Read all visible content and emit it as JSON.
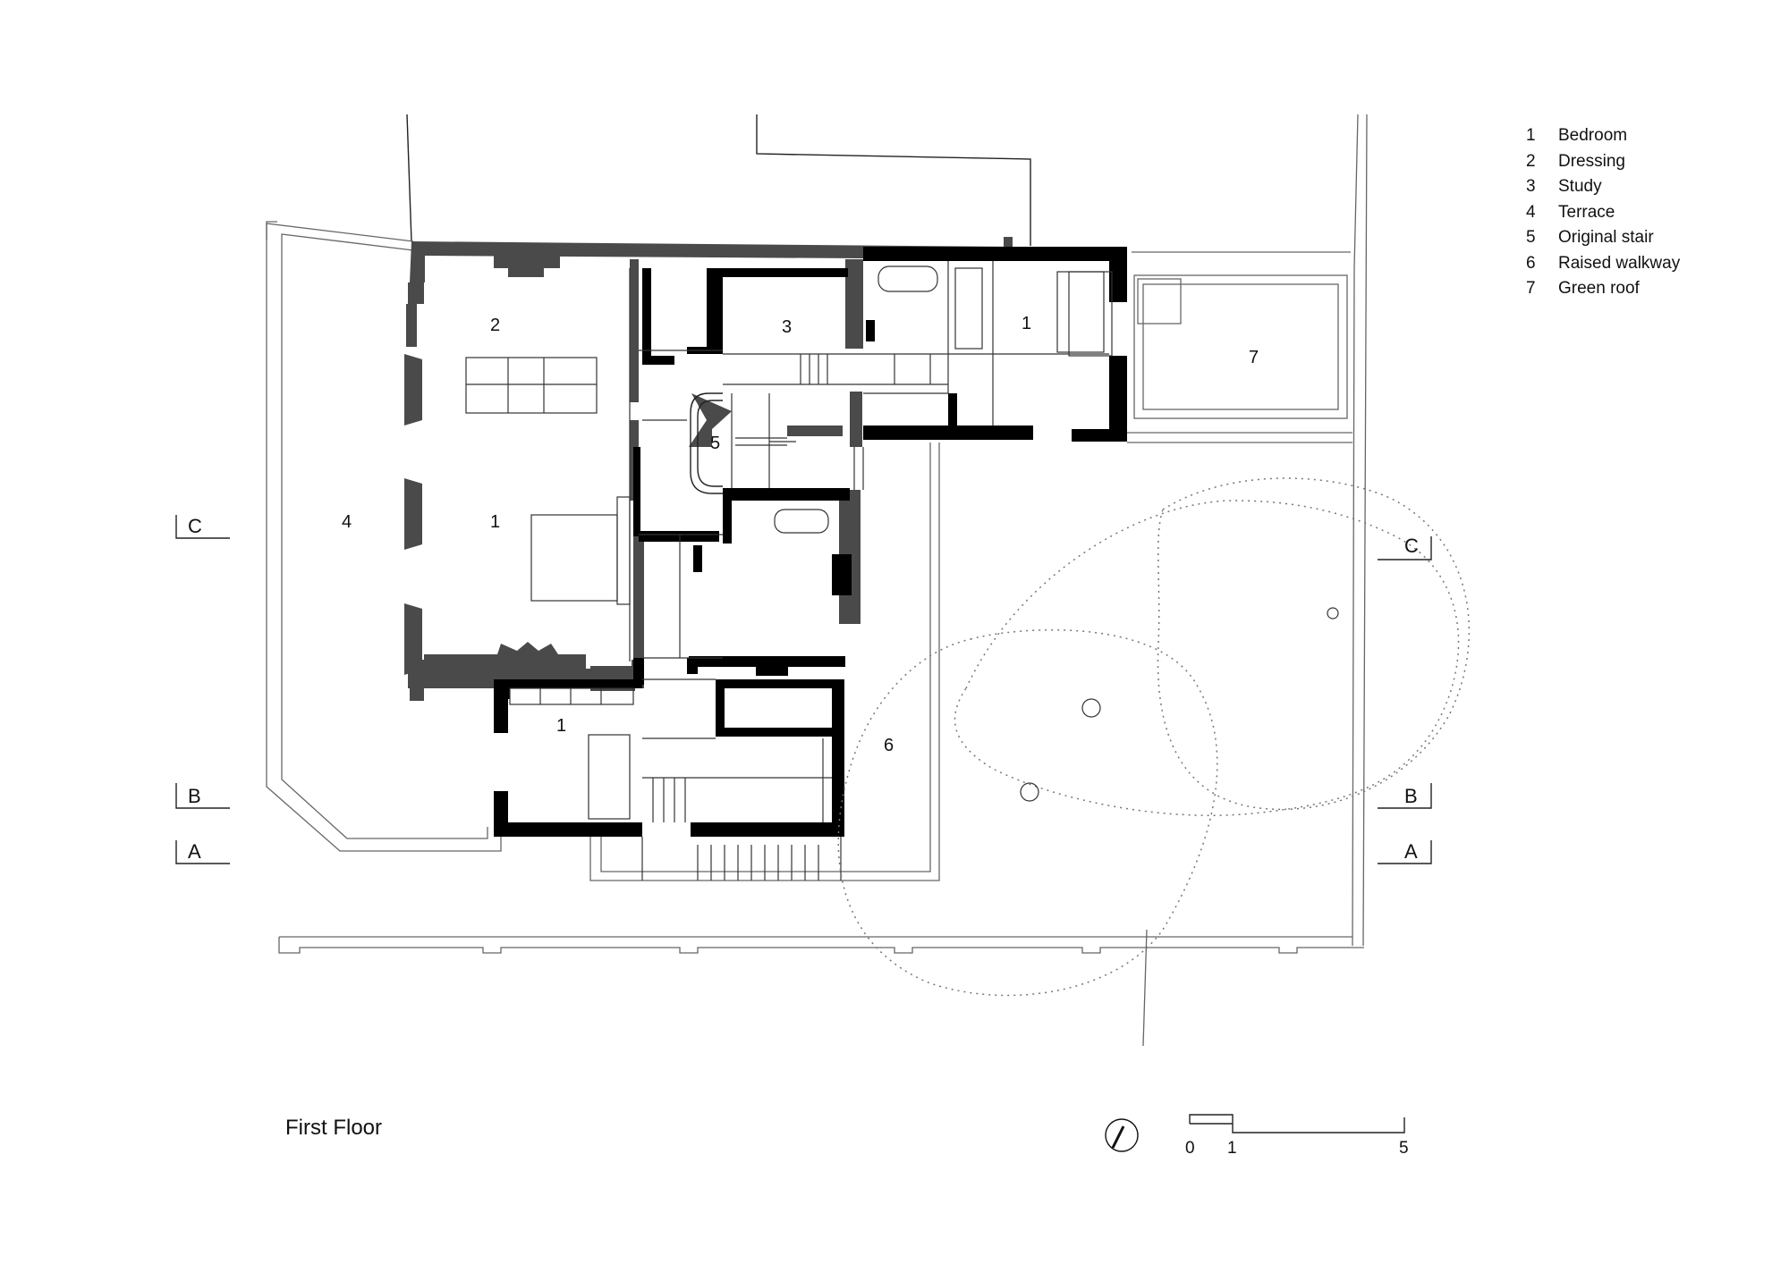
{
  "caption": "First Floor",
  "legend": [
    {
      "num": "1",
      "label": "Bedroom"
    },
    {
      "num": "2",
      "label": "Dressing"
    },
    {
      "num": "3",
      "label": "Study"
    },
    {
      "num": "4",
      "label": "Terrace"
    },
    {
      "num": "5",
      "label": "Original stair"
    },
    {
      "num": "6",
      "label": "Raised walkway"
    },
    {
      "num": "7",
      "label": "Green roof"
    }
  ],
  "room_labels": {
    "dressing": "2",
    "bedroom_main": "1",
    "terrace": "4",
    "study": "3",
    "stair": "5",
    "bedroom_east": "1",
    "green_roof": "7",
    "bedroom_south": "1",
    "walkway": "6"
  },
  "section_marks": {
    "c_left": "C",
    "b_left": "B",
    "a_left": "A",
    "c_right": "C",
    "b_right": "B",
    "a_right": "A"
  },
  "scale_bar": {
    "zero": "0",
    "one": "1",
    "five": "5"
  },
  "colors": {
    "wall_black": "#000000",
    "wall_grey": "#4a4a4a",
    "line": "#222222"
  }
}
